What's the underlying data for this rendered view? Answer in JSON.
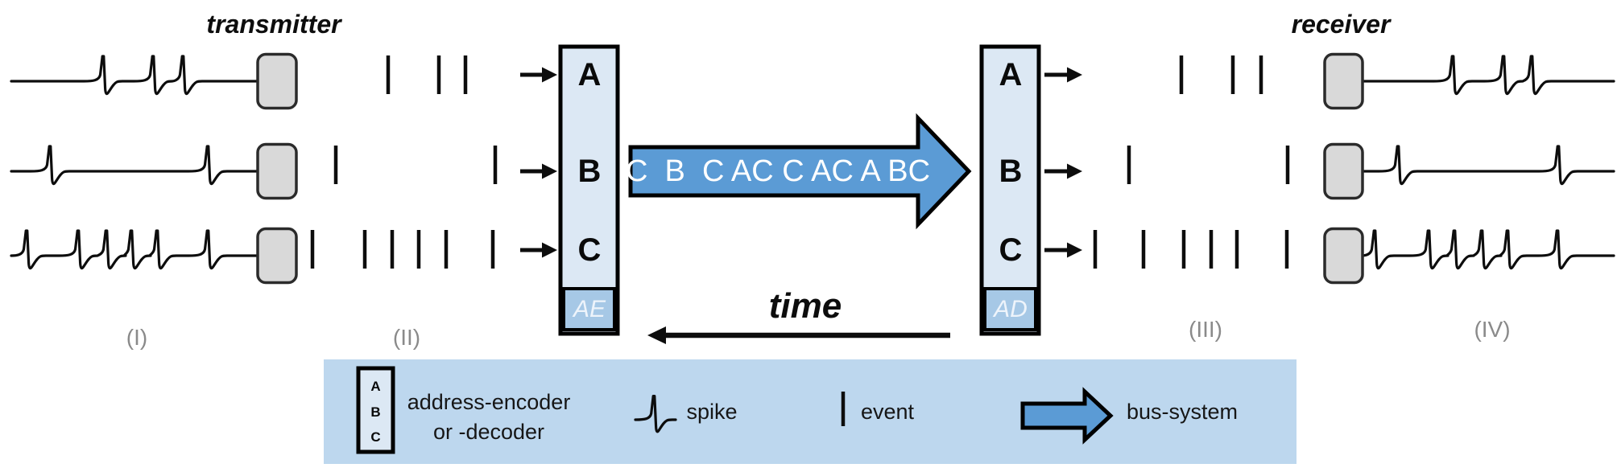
{
  "header": {
    "transmitter": "transmitter",
    "receiver": "receiver"
  },
  "bus": {
    "sequence": "C  B  C AC C AC A BC",
    "time_label": "time"
  },
  "encoder": {
    "channels": [
      "A",
      "B",
      "C"
    ],
    "tag": "AE"
  },
  "decoder": {
    "channels": [
      "A",
      "B",
      "C"
    ],
    "tag": "AD"
  },
  "stages": [
    "(I)",
    "(II)",
    "(III)",
    "(IV)"
  ],
  "legend": {
    "box_channels": [
      "A",
      "B",
      "C"
    ],
    "encoder_label_line1": "address-encoder",
    "encoder_label_line2": "or -decoder",
    "spike_label": "spike",
    "event_label": "event",
    "bus_label": "bus-system"
  },
  "colors": {
    "bus_blue": "#5b9bd5",
    "panel_blue": "#bdd7ee",
    "box_light": "#dce8f4",
    "box_medium": "#a6c8e6",
    "neuron_gray": "#d9d9d9",
    "neuron_border": "#2b2b2b",
    "ink": "#0d0d0d",
    "stage_gray": "#8a8a8a"
  },
  "diagram": {
    "rows": [
      {
        "channel": "A",
        "baseline": 101,
        "tx_spikes": [
          128,
          190,
          227
        ],
        "tx_events": [
          482,
          545,
          578
        ],
        "rx_events": [
          1467,
          1531,
          1566
        ],
        "rx_spikes": [
          1804,
          1867,
          1902
        ]
      },
      {
        "channel": "B",
        "baseline": 213,
        "tx_spikes": [
          62,
          258
        ],
        "tx_events": [
          417,
          615
        ],
        "rx_events": [
          1402,
          1599
        ],
        "rx_spikes": [
          1736,
          1935
        ]
      },
      {
        "channel": "C",
        "baseline": 318,
        "tx_spikes": [
          33,
          97,
          132,
          163,
          195,
          258
        ],
        "tx_events": [
          388,
          453,
          487,
          520,
          554,
          612
        ],
        "rx_events": [
          1360,
          1420,
          1470,
          1504,
          1536,
          1598
        ],
        "rx_spikes": [
          1707,
          1774,
          1806,
          1840,
          1872,
          1934
        ]
      }
    ]
  }
}
